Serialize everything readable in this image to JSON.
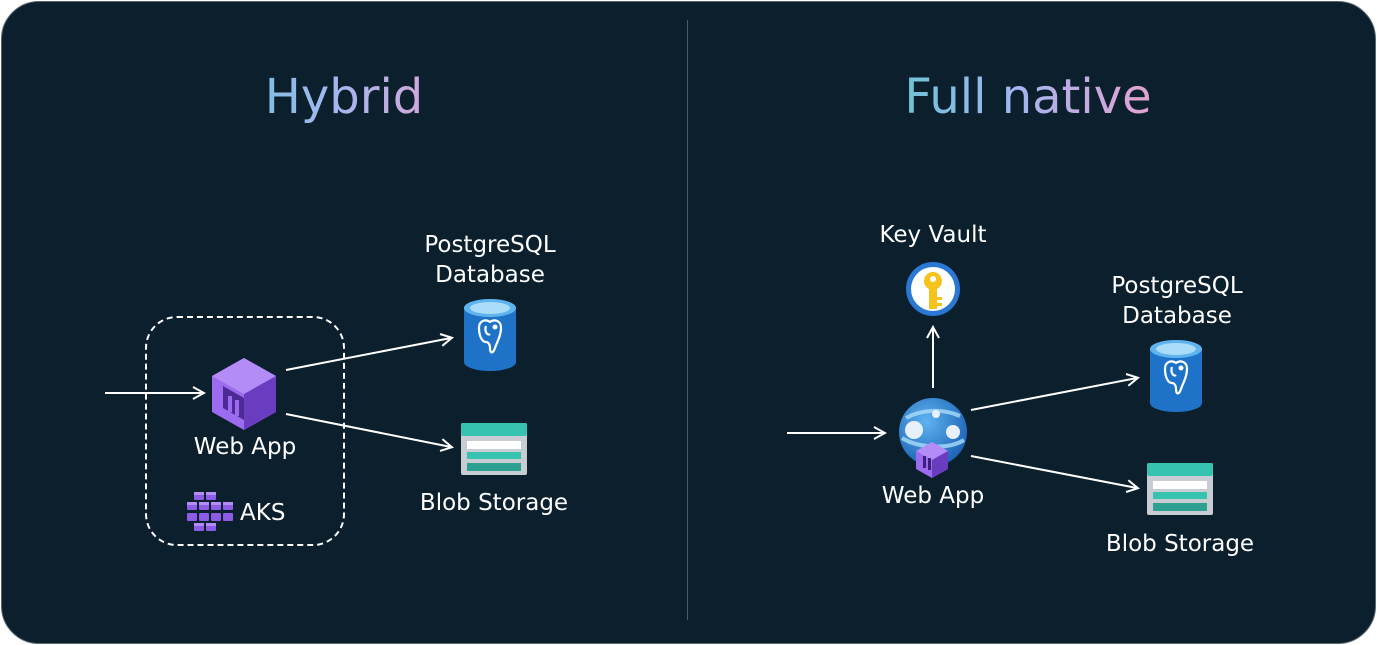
{
  "hybrid": {
    "title": "Hybrid",
    "web_app_label": "Web App",
    "aks_label": "AKS",
    "postgres_label_line1": "PostgreSQL",
    "postgres_label_line2": "Database",
    "blob_label": "Blob Storage"
  },
  "native": {
    "title": "Full native",
    "key_vault_label": "Key Vault",
    "web_app_label": "Web App",
    "postgres_label_line1": "PostgreSQL",
    "postgres_label_line2": "Database",
    "blob_label": "Blob Storage"
  },
  "colors": {
    "background": "#0b1f2c",
    "foreground": "#ffffff",
    "title_gradient": [
      "#4cc9c2",
      "#9fb8f0",
      "#d9a4d6",
      "#f29aa9"
    ],
    "container_purple": "#8c5ce6",
    "postgres_blue": "#1e73c8",
    "storage_teal": "#36c3b0",
    "keyvault_yellow": "#f6c31c"
  },
  "icons": {
    "hybrid_web_app": "container-cube-icon",
    "aks": "aks-cluster-icon",
    "postgres": "postgresql-database-icon",
    "blob": "blob-storage-icon",
    "key_vault": "key-vault-icon",
    "native_web_app": "app-service-globe-icon"
  }
}
